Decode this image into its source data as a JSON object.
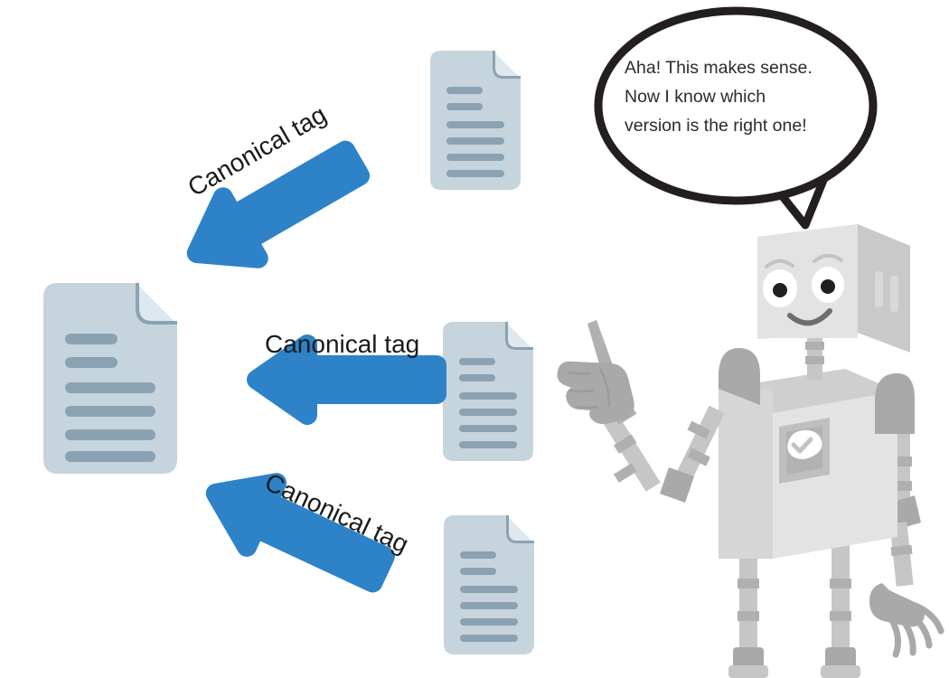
{
  "diagram": {
    "title": "Canonical tag consolidation diagram",
    "background_color": "#ffffff"
  },
  "colors": {
    "arrow_blue": "#2e83c8",
    "doc_body": "#c6d4dd",
    "doc_fold": "#dfe8ee",
    "doc_line": "#8ba2b2",
    "doc_fold_edge": "#8ba2b2",
    "label_text": "#1a1a1a",
    "bubble_stroke": "#231f20",
    "bubble_fill": "#ffffff",
    "bubble_text": "#2b2b2b",
    "robot_light": "#e4e4e4",
    "robot_mid": "#d0d0d0",
    "robot_dark": "#a8a8a8",
    "robot_face_white": "#ffffff",
    "robot_pupil": "#231f20"
  },
  "speech_bubble": {
    "name": "robot-speech-bubble",
    "lines": [
      "Aha! This makes sense.",
      "Now I know which",
      "version is the right one!"
    ]
  },
  "canonical_document": {
    "name": "canonical-document",
    "label": "Canonical document",
    "short_lines": 2,
    "long_lines": 4
  },
  "duplicate_documents": [
    {
      "name": "duplicate-document-top",
      "label": "Duplicate document (top)",
      "short_lines": 2,
      "long_lines": 4
    },
    {
      "name": "duplicate-document-middle",
      "label": "Duplicate document (middle)",
      "short_lines": 2,
      "long_lines": 4
    },
    {
      "name": "duplicate-document-bottom",
      "label": "Duplicate document (bottom)",
      "short_lines": 2,
      "long_lines": 4
    }
  ],
  "arrows": [
    {
      "name": "canonical-tag-arrow-top",
      "label": "Canonical tag",
      "direction": "down-left",
      "angle_deg": -30
    },
    {
      "name": "canonical-tag-arrow-middle",
      "label": "Canonical tag",
      "direction": "left",
      "angle_deg": 0
    },
    {
      "name": "canonical-tag-arrow-bottom",
      "label": "Canonical tag",
      "direction": "up-left",
      "angle_deg": 25
    }
  ],
  "robot": {
    "name": "robot-character",
    "label": "Smiling robot pointing upward",
    "chest_badge": "check-mark-badge",
    "expression": "smiling",
    "gesture": "index-finger-pointing-up"
  }
}
